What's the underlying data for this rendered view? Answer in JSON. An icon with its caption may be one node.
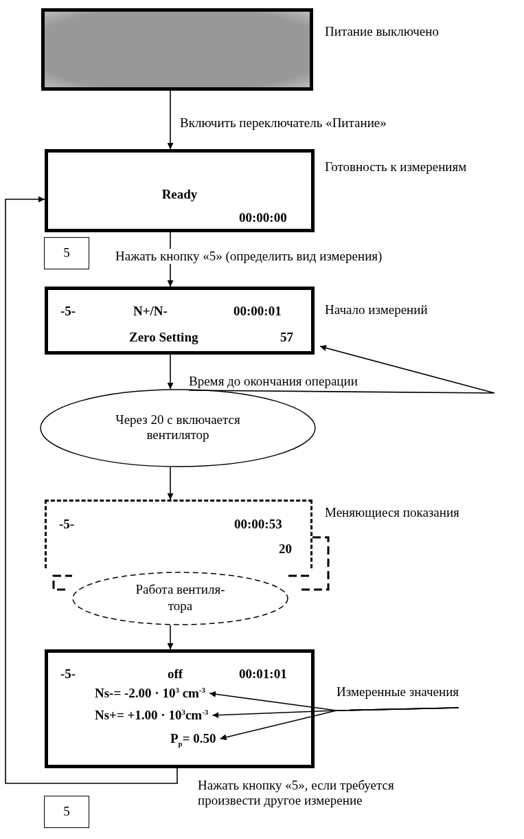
{
  "diagram": {
    "nodes": [
      {
        "text": [],
        "shape": "box",
        "beside": [
          "Питание выключено"
        ]
      },
      {
        "text": [
          "Ready",
          "00:00:00"
        ],
        "beside": [
          "Готовность к измерениям"
        ]
      },
      {
        "text": [
          "5"
        ]
      },
      {
        "text": [
          "-5-",
          "N+/N-",
          "00:00:01",
          "Zero Setting",
          "57"
        ],
        "beside": [
          "Начало измерений"
        ]
      },
      {
        "text": [
          "Время до окончания операции"
        ]
      },
      {
        "text": [
          "Через 20 с включается вентилятор"
        ]
      },
      {
        "text": [
          "-5-",
          "00:00:53",
          "20"
        ],
        "beside": [
          "Меняющиеся показания"
        ]
      },
      {
        "text": [
          "Работа вентиля- тора"
        ]
      },
      {
        "text": [
          "-5-",
          "off",
          "00:01:01"
        ]
      },
      {
        "text": [
          "Ns-= -2.00 · 10$^{3}$ cm$^{-3}$"
        ],
        "in": 8
      },
      {
        "text": [
          "Ns+= +1.00 · 10$^{3}$cm$^{-3}$"
        ],
        "in": 8
      },
      {
        "text": [
          "P$_{p}$= 0.50"
        ],
        "in": 8
      },
      {
        "text": [
          "Измеренные значения"
        ]
      },
      {
        "text": [
          "5"
        ]
      }
    ],
    "edges": [
      {
        "from": 0,
        "to": 1,
        "arrow": "to",
        "label": "Включить переключатель «Питание»"
      },
      {
        "from": 1,
        "to": 3,
        "arrow": "to",
        "label": "Нажать  кнопку «5» (определить вид измерения)"
      },
      {
        "from": 3,
        "to": 5,
        "arrow": "to"
      },
      {
        "from": 4,
        "to": 3,
        "arrow": "to"
      },
      {
        "from": 5,
        "to": 6,
        "arrow": "to"
      },
      {
        "from": 7,
        "to": 8,
        "arrow": "to"
      },
      {
        "from": 8,
        "to": 1,
        "arrow": "to",
        "label": "Нажать кнопку «5», если требуется произвести другое измерение"
      },
      {
        "from": 12,
        "to": 9,
        "arrow": "to"
      },
      {
        "from": 12,
        "to": 10,
        "arrow": "to"
      },
      {
        "from": 12,
        "to": 11,
        "arrow": "to"
      }
    ]
  }
}
